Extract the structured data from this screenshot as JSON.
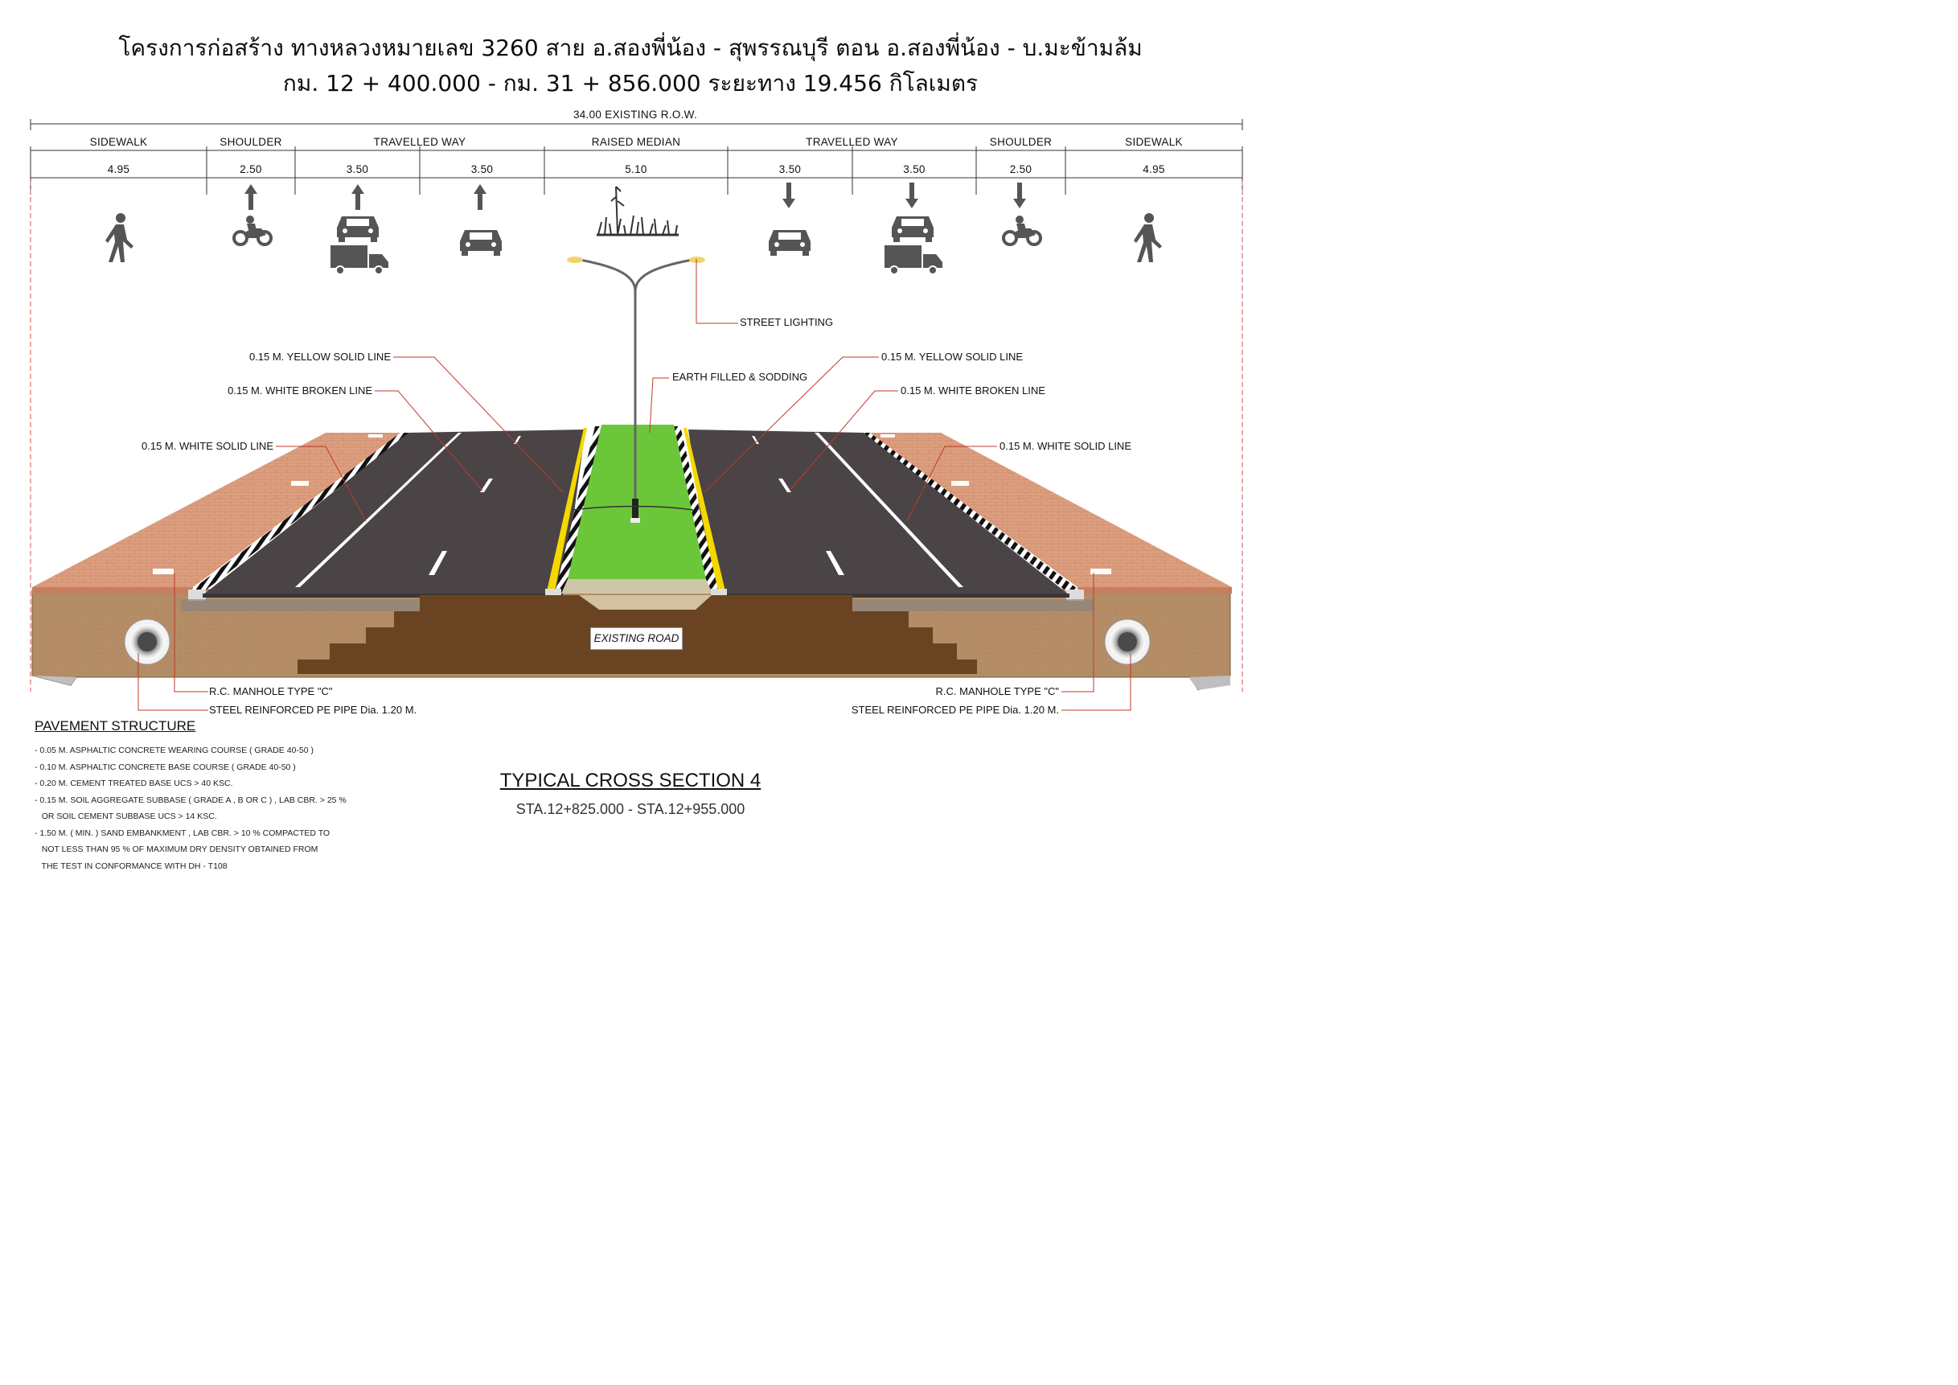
{
  "title": {
    "line1": "โครงการก่อสร้าง ทางหลวงหมายเลข 3260  สาย อ.สองพี่น้อง - สุพรรณบุรี ตอน อ.สองพี่น้อง - บ.มะข้ามล้ม",
    "line2": "กม. 12 + 400.000 - กม. 31 + 856.000 ระยะทาง 19.456 กิโลเมตร"
  },
  "row_label": "34.00 EXISTING R.O.W.",
  "components": [
    {
      "label": "SIDEWALK"
    },
    {
      "label": "SHOULDER"
    },
    {
      "label": "TRAVELLED WAY"
    },
    {
      "label": "RAISED MEDIAN"
    },
    {
      "label": "TRAVELLED WAY"
    },
    {
      "label": "SHOULDER"
    },
    {
      "label": "SIDEWALK"
    }
  ],
  "widths": [
    "4.95",
    "2.50",
    "3.50",
    "3.50",
    "5.10",
    "3.50",
    "3.50",
    "2.50",
    "4.95"
  ],
  "lane_icons": [
    "pedestrian-icon",
    "motorcycle-icon",
    "car-icon",
    "car-icon",
    "grass-icon",
    "car-icon",
    "car-icon",
    "motorcycle-icon",
    "pedestrian-icon"
  ],
  "callouts": {
    "street_lighting": "STREET LIGHTING",
    "earth_filled": "EARTH FILLED & SODDING",
    "yellow_left": "0.15 M. YELLOW SOLID LINE",
    "white_broken_left": "0.15 M. WHITE BROKEN LINE",
    "white_solid_left": "0.15 M. WHITE SOLID LINE",
    "yellow_right": "0.15 M. YELLOW SOLID LINE",
    "white_broken_right": "0.15 M. WHITE BROKEN LINE",
    "white_solid_right": "0.15 M. WHITE SOLID LINE",
    "manhole_left": "R.C. MANHOLE TYPE \"C\"",
    "pipe_left": "STEEL REINFORCED PE PIPE Dia. 1.20 M.",
    "manhole_right": "R.C. MANHOLE TYPE \"C\"",
    "pipe_right": "STEEL REINFORCED PE PIPE Dia. 1.20 M.",
    "existing_road": "EXISTING ROAD"
  },
  "pavement_structure": {
    "title": "PAVEMENT STRUCTURE",
    "items": [
      "- 0.05 M. ASPHALTIC CONCRETE WEARING COURSE ( GRADE 40-50 )",
      "- 0.10 M. ASPHALTIC CONCRETE BASE COURSE ( GRADE 40-50 )",
      "- 0.20 M. CEMENT TREATED BASE UCS > 40 KSC.",
      "- 0.15 M. SOIL AGGREGATE SUBBASE ( GRADE A , B OR C ) , LAB CBR. > 25 %",
      "   OR SOIL CEMENT SUBBASE UCS > 14 KSC.",
      "- 1.50 M. ( MIN. ) SAND EMBANKMENT , LAB CBR. > 10 % COMPACTED TO",
      "   NOT LESS THAN 95 % OF MAXIMUM DRY DENSITY OBTAINED FROM",
      "   THE TEST IN CONFORMANCE WITH DH - T108"
    ]
  },
  "section": {
    "title": "TYPICAL CROSS SECTION 4",
    "station": "STA.12+825.000 - STA.12+955.000"
  },
  "colors": {
    "asphalt": "#4a4446",
    "brick": "#d99a7a",
    "grass": "#6cc63a",
    "soil": "#b8906a",
    "existing_road": "#6a4422",
    "yellow_line": "#f5d800",
    "callout": "#c0392b"
  }
}
